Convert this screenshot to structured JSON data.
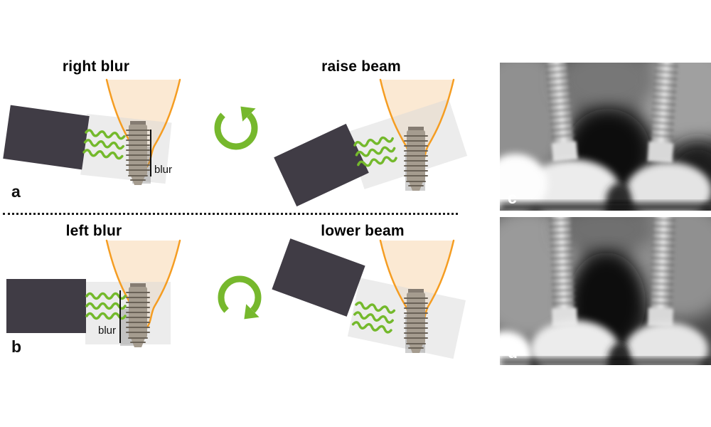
{
  "figure": {
    "panels": {
      "a": {
        "label": "a",
        "left_title": "right blur",
        "right_title": "raise beam",
        "blur_label": "blur"
      },
      "b": {
        "label": "b",
        "left_title": "left blur",
        "right_title": "lower beam",
        "blur_label": "blur"
      },
      "c": {
        "label": "c"
      },
      "d": {
        "label": "d"
      }
    },
    "colors": {
      "arrow_green": "#76b82d",
      "wave_green": "#74b92c",
      "tooth_outline_orange": "#f59d22",
      "tooth_fill_peach": "#fbe9d3",
      "sensor_dark": "#403c45",
      "background": "#ffffff"
    },
    "icons": {
      "top_rotation": "rotate-ccw-arrow-icon",
      "bottom_rotation": "rotate-cw-arrow-icon"
    }
  }
}
